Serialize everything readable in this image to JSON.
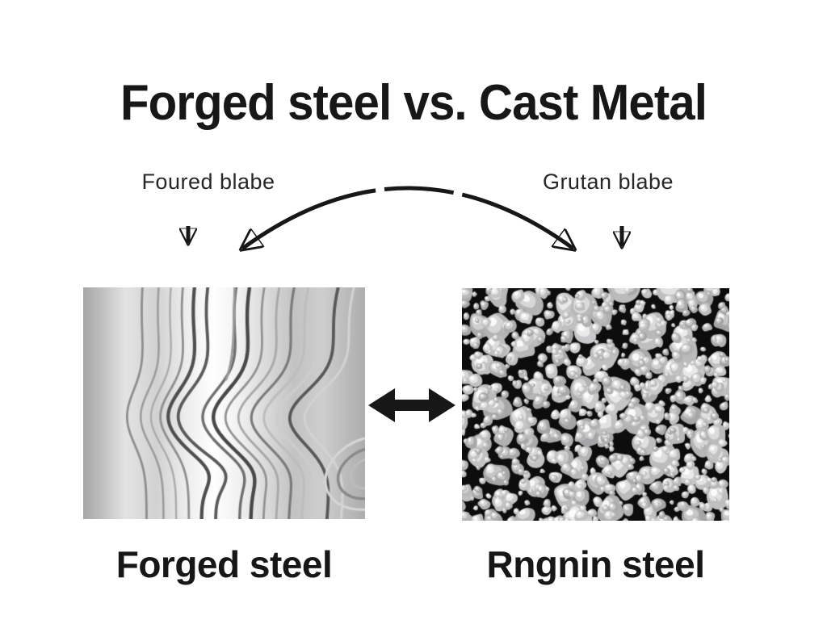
{
  "title": "Forged steel vs. Cast Metal",
  "callouts": {
    "left": {
      "label": "Foured blabe"
    },
    "right": {
      "label": "Grutan blabe"
    }
  },
  "panels": {
    "left": {
      "caption": "Forged steel",
      "texture": "forged-grain-flow-lines"
    },
    "right": {
      "caption": "Rngnin steel",
      "texture": "cast-granular-grain-structure"
    }
  },
  "icons": {
    "arc_arrow": "curved-double-headed-arrow",
    "left_down_arrow": "down-arrow",
    "right_down_arrow": "down-arrow",
    "compare_arrow": "left-right-arrow"
  },
  "colors": {
    "background": "#ffffff",
    "ink": "#171717",
    "flow_bg_dark": "#a6a6a6",
    "flow_bg_light": "#ffffff",
    "cast_background": "#0d0d0d",
    "grain_light": "#ececec"
  }
}
